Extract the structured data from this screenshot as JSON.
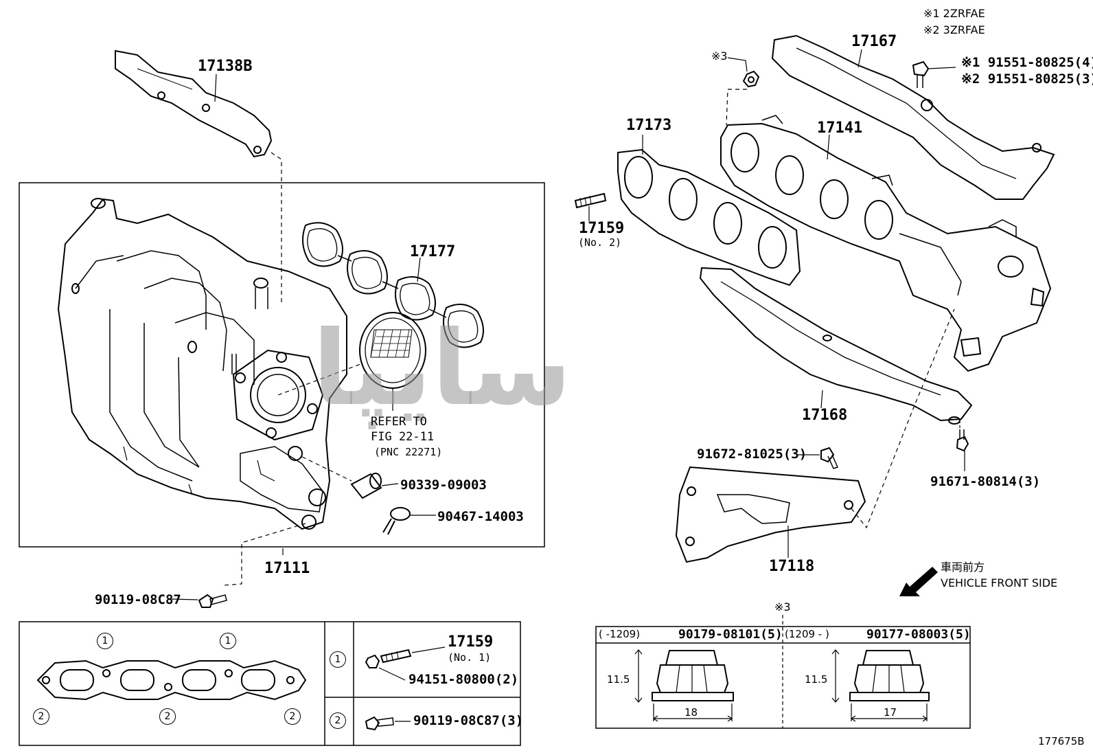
{
  "variants": {
    "v1": "※1 2ZRFAE",
    "v2": "※2 3ZRFAE"
  },
  "parts": {
    "p17138b": "17138B",
    "p17177": "17177",
    "p17111": "17111",
    "p17167": "17167",
    "p17141": "17141",
    "p17173": "17173",
    "p17159": "17159",
    "p17159_no2": "(No. 2)",
    "p17168": "17168",
    "p17118": "17118",
    "p90339": "90339-09003",
    "p90467": "90467-14003",
    "p90119_top": "90119-08C87",
    "p91672": "91672-81025(3)",
    "p91671": "91671-80814(3)",
    "mark3_top": "※3",
    "bolt_v1": "※1 91551-80825(4)",
    "bolt_v2": "※2 91551-80825(3)"
  },
  "refer": {
    "line1": "REFER TO",
    "line2": "FIG 22-11",
    "line3": "(PNC 22271)"
  },
  "direction": {
    "jp": "車両前方",
    "en": "VEHICLE FRONT SIDE"
  },
  "watermark": "ﺳﺎﯾﭙﺎ",
  "detail_box": {
    "circle1": "1",
    "circle2": "2",
    "row1_part": "17159",
    "row1_sub": "(No. 1)",
    "row1_nut": "94151-80800(2)",
    "row2_part": "90119-08C87(3)"
  },
  "nut_table": {
    "mark": "※3",
    "left_header_range": "(     -1209)",
    "left_header_part": "90179-08101(5)",
    "right_header_range": "(1209 -     )",
    "right_header_part": "90177-08003(5)",
    "left_height": "11.5",
    "left_width": "18",
    "right_height": "11.5",
    "right_width": "17"
  },
  "figure_id": "177675B"
}
